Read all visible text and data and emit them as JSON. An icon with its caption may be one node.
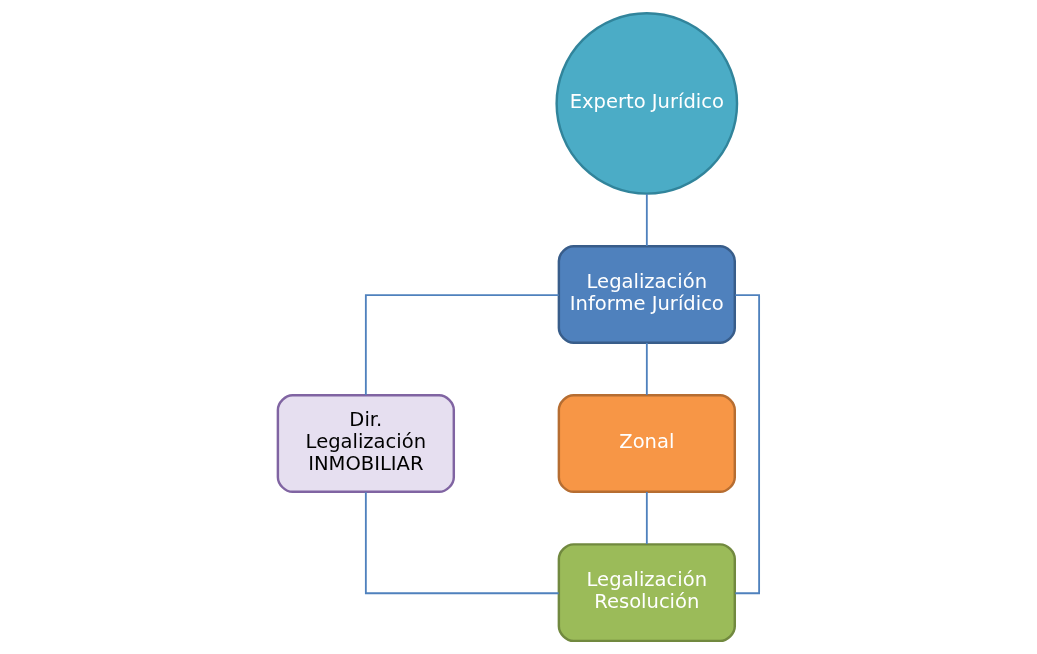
{
  "diagram": {
    "nodes": [
      {
        "text": [
          "Experto Jurídico"
        ]
      },
      {
        "text": [
          "Legalización Informe Jurídico"
        ]
      },
      {
        "text": [
          "Dir. Legalización INMOBILIAR"
        ]
      },
      {
        "text": [
          "Zonal"
        ]
      },
      {
        "text": [
          "Legalización Resolución"
        ]
      }
    ],
    "edges": [
      {
        "from": 0,
        "to": 1,
        "arrow": "none"
      },
      {
        "from": 1,
        "to": 4,
        "arrow": "none"
      },
      {
        "from": 1,
        "to": 2,
        "arrow": "none"
      },
      {
        "from": 2,
        "to": 4,
        "arrow": "none"
      },
      {
        "from": 1,
        "to": 3,
        "arrow": "none"
      },
      {
        "from": 3,
        "to": 4,
        "arrow": "none"
      }
    ]
  }
}
